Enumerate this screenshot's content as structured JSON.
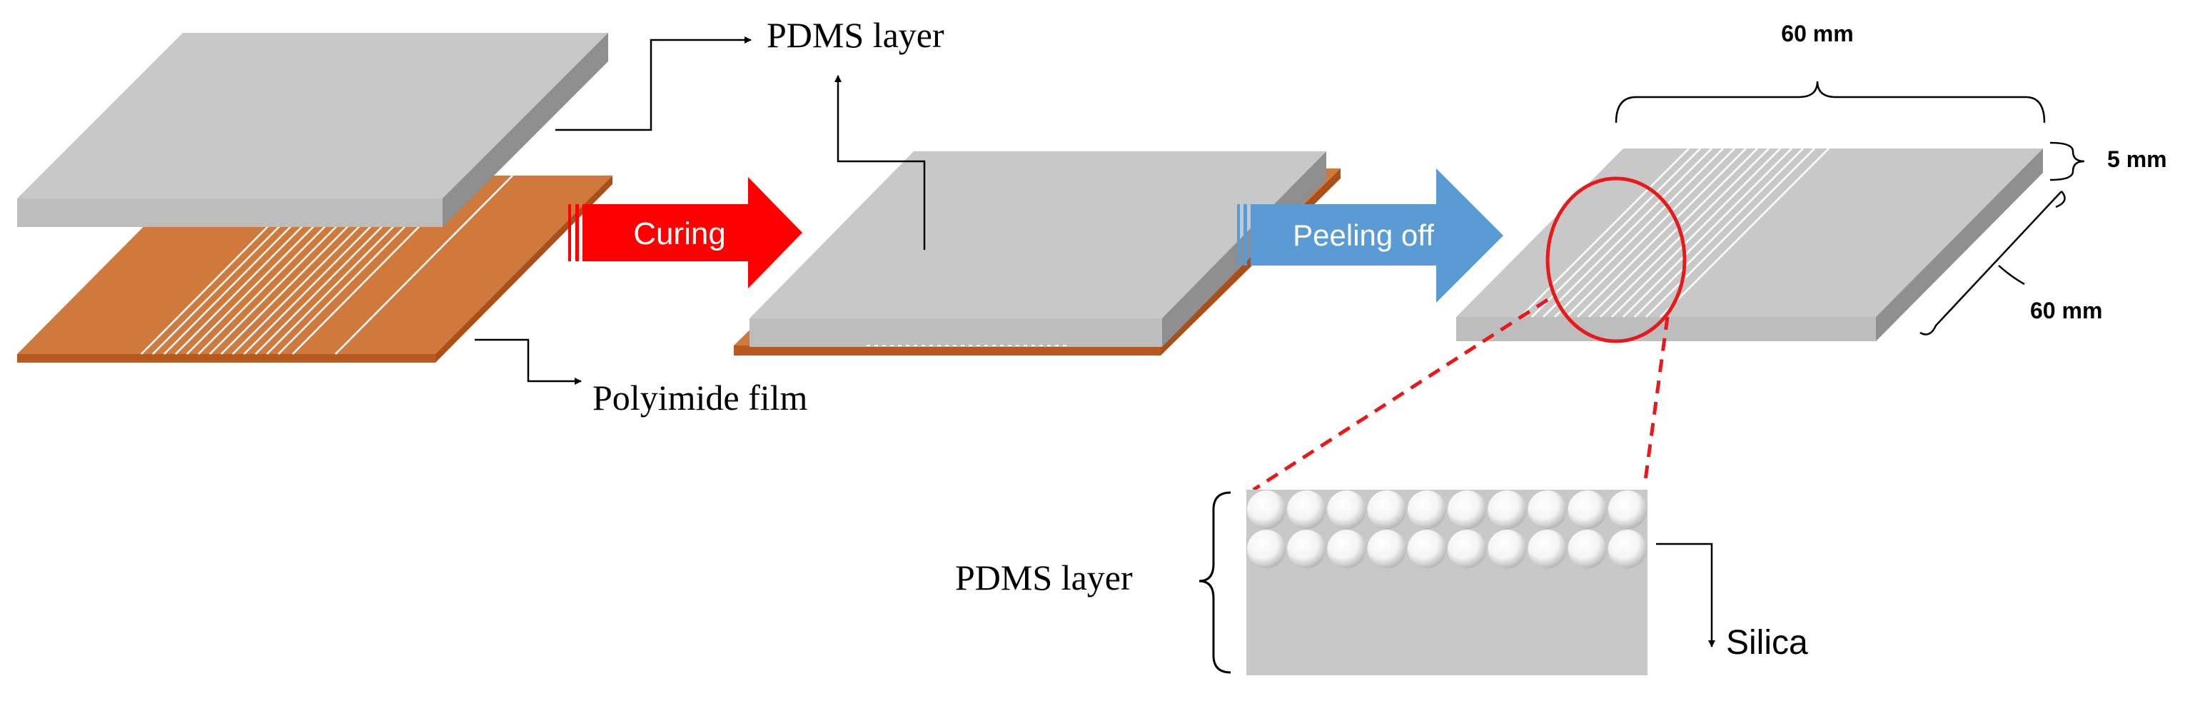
{
  "labels": {
    "pdms_top": "PDMS layer",
    "polyimide": "Polyimide film",
    "pdms_section": "PDMS layer",
    "silica": "Silica"
  },
  "arrows": {
    "curing": "Curing",
    "peeling": "Peeling off"
  },
  "dimensions": {
    "width": "60 mm",
    "thickness": "5 mm",
    "depth": "60 mm"
  },
  "colors": {
    "pdms": "#c8c8c8",
    "polyimide": "#cf7a3c",
    "curing_arrow": "#ff0000",
    "peeling_arrow": "#5b9bd5",
    "highlight": "#e8191a"
  },
  "cross_section": {
    "particle_rows": 2,
    "particles_per_row": 10
  }
}
